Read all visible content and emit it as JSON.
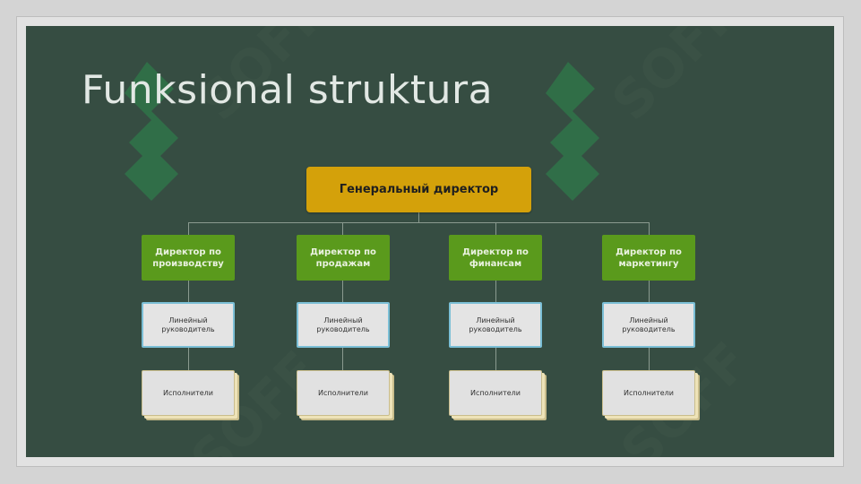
{
  "slide": {
    "title": "Funksional struktura"
  },
  "watermark": {
    "text": "SOFF"
  },
  "org_chart": {
    "root": "Генеральный директор",
    "directors": [
      "Директор по производству",
      "Директор по продажам",
      "Директор по финансам",
      "Директор по маркетингу"
    ],
    "line_managers": [
      "Линейный руководитель",
      "Линейный руководитель",
      "Линейный руководитель",
      "Линейный руководитель"
    ],
    "executors": [
      "Исполнители",
      "Исполнители",
      "Исполнители",
      "Исполнители"
    ]
  },
  "colors": {
    "background": "#364d42",
    "root": "#d4a10a",
    "director": "#5a9a1c",
    "line_manager_border": "#7bbfd6"
  }
}
